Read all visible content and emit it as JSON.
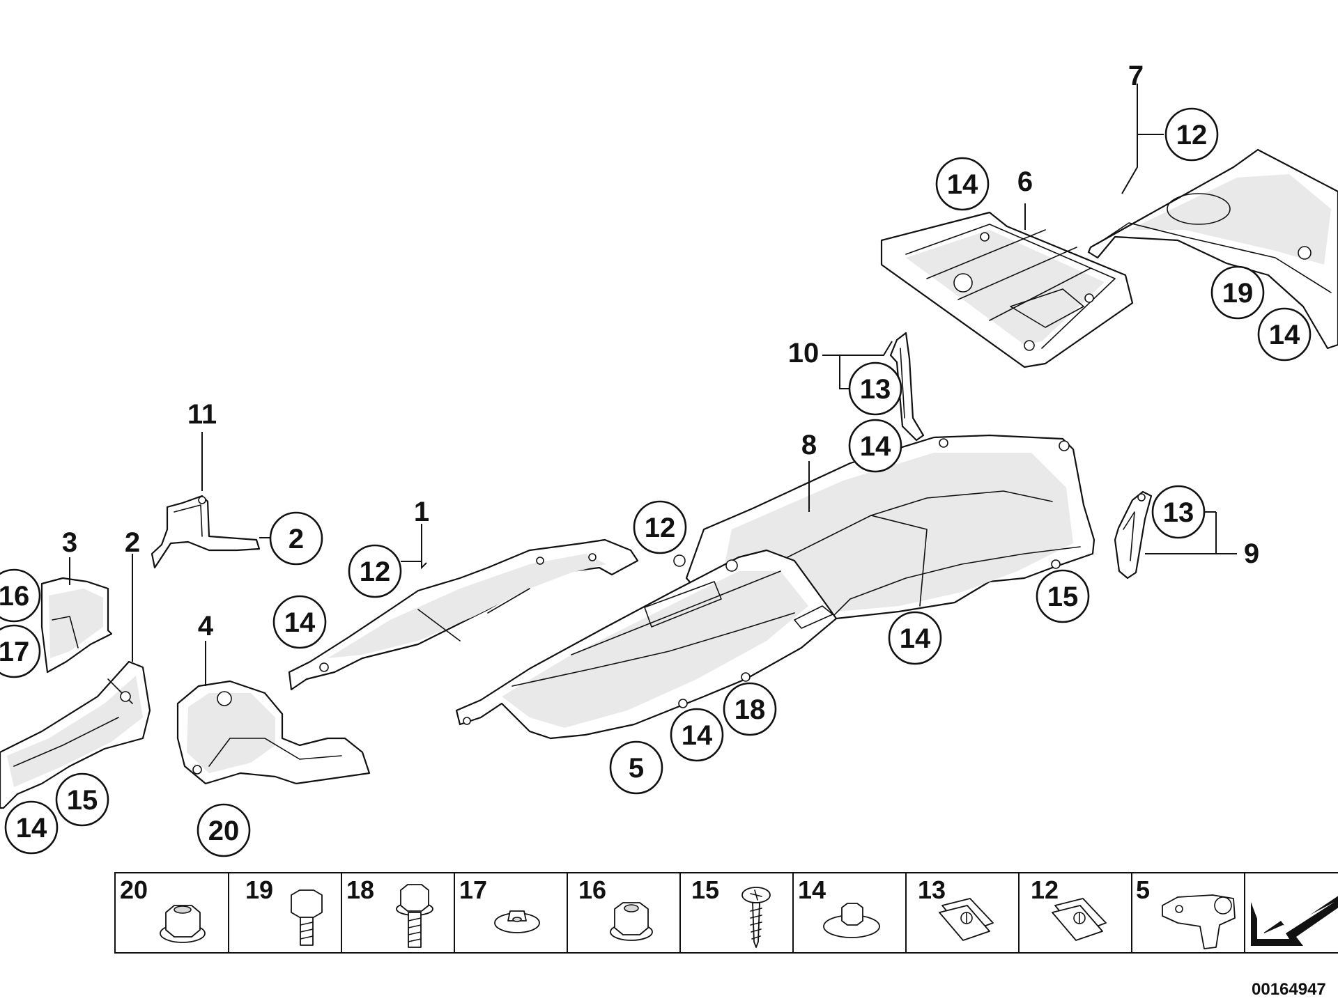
{
  "callouts": {
    "c1": "1",
    "c2a": "2",
    "c2b": "2",
    "c3": "3",
    "c4": "4",
    "c5": "5",
    "c6": "6",
    "c7": "7",
    "c8": "8",
    "c9": "9",
    "c10": "10",
    "c11": "11",
    "c12a": "12",
    "c12b": "12",
    "c12c": "12",
    "c13a": "13",
    "c13b": "13",
    "c14a": "14",
    "c14b": "14",
    "c14c": "14",
    "c14d": "14",
    "c14e": "14",
    "c14f": "14",
    "c14g": "14",
    "c15a": "15",
    "c15b": "15",
    "c16": "16",
    "c17": "17",
    "c18": "18",
    "c19": "19",
    "c20": "20"
  },
  "legend": {
    "cells": [
      {
        "label": "20",
        "icon": "flange-nut-icon"
      },
      {
        "label": "19",
        "icon": "hex-bolt-short-icon"
      },
      {
        "label": "18",
        "icon": "hex-bolt-long-icon"
      },
      {
        "label": "17",
        "icon": "clip-nut-icon"
      },
      {
        "label": "16",
        "icon": "hex-flange-nut-icon"
      },
      {
        "label": "15",
        "icon": "sheet-metal-screw-icon"
      },
      {
        "label": "14",
        "icon": "washer-nut-icon"
      },
      {
        "label": "13",
        "icon": "speed-nut-icon"
      },
      {
        "label": "12",
        "icon": "speed-nut-icon"
      },
      {
        "label": "5",
        "icon": "bracket-clip-icon"
      }
    ],
    "arrow_icon": "direction-arrow-icon"
  },
  "diagram_id": "00164947"
}
